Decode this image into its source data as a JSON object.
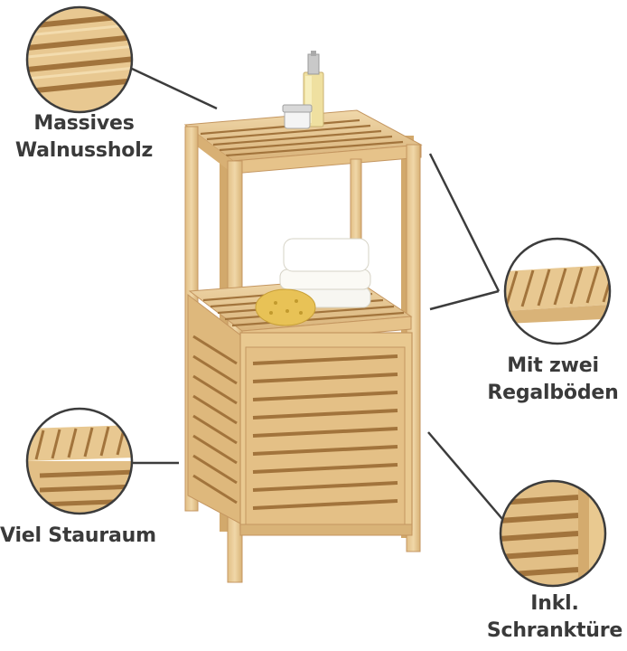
{
  "labels": {
    "material_line1": "Massives",
    "material_line2": "Walnussholz",
    "shelves_line1": "Mit zwei",
    "shelves_line2": "Regalböden",
    "storage": "Viel Stauraum",
    "door_line1": "Inkl.",
    "door_line2": "Schranktüre"
  },
  "colors": {
    "wood_light": "#ecd3a2",
    "wood_mid": "#ddb77a",
    "wood_dark": "#b98a4d",
    "slot": "#a2743c",
    "callout_ring": "#3c3c3c",
    "text": "#3a3a3a"
  }
}
